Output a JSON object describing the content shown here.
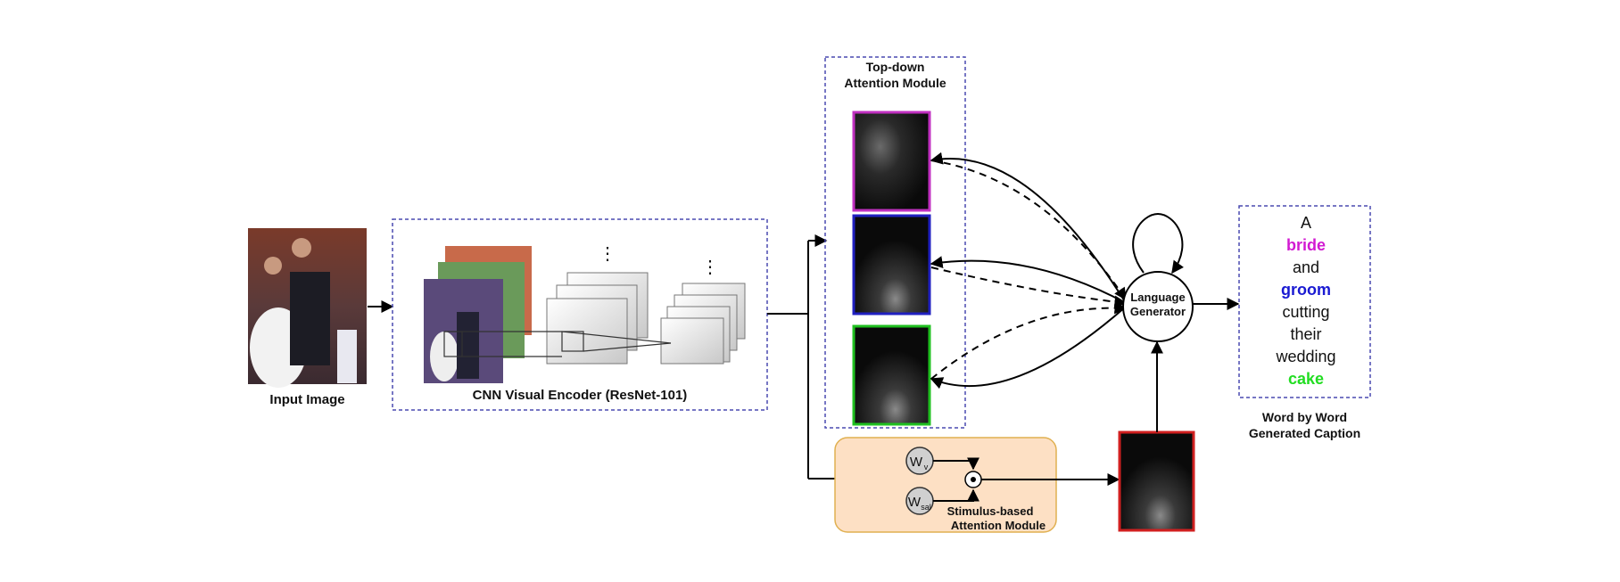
{
  "input_image": {
    "label": "Input Image"
  },
  "encoder": {
    "label": "CNN Visual Encoder (ResNet-101)",
    "ellipsis": "⋮"
  },
  "topdown": {
    "title_line1": "Top-down",
    "title_line2": "Attention Module"
  },
  "generator": {
    "line1": "Language",
    "line2": "Generator"
  },
  "stimulus": {
    "line1": "Stimulus-based",
    "line2": "Attention Module",
    "wv_main": "W",
    "wv_sub": "v",
    "wsal_main": "W",
    "wsal_sub": "sal"
  },
  "caption": {
    "words": [
      {
        "text": "A",
        "color": "#111111",
        "bold": false
      },
      {
        "text": "bride",
        "color": "#d21ad2",
        "bold": true
      },
      {
        "text": "and",
        "color": "#111111",
        "bold": false
      },
      {
        "text": "groom",
        "color": "#1a1ad2",
        "bold": true
      },
      {
        "text": "cutting",
        "color": "#111111",
        "bold": false
      },
      {
        "text": "their",
        "color": "#111111",
        "bold": false
      },
      {
        "text": "wedding",
        "color": "#111111",
        "bold": false
      },
      {
        "text": "cake",
        "color": "#22dd22",
        "bold": true
      }
    ],
    "label_line1": "Word by Word",
    "label_line2": "Generated Caption"
  },
  "colors": {
    "dashed_border": "#4a4ab0",
    "stimulus_fill": "#fde0c4",
    "stimulus_border": "#e0b050",
    "map_purple": "#c030c0",
    "map_blue": "#2020c0",
    "map_green": "#20c020",
    "map_red": "#d02020"
  }
}
